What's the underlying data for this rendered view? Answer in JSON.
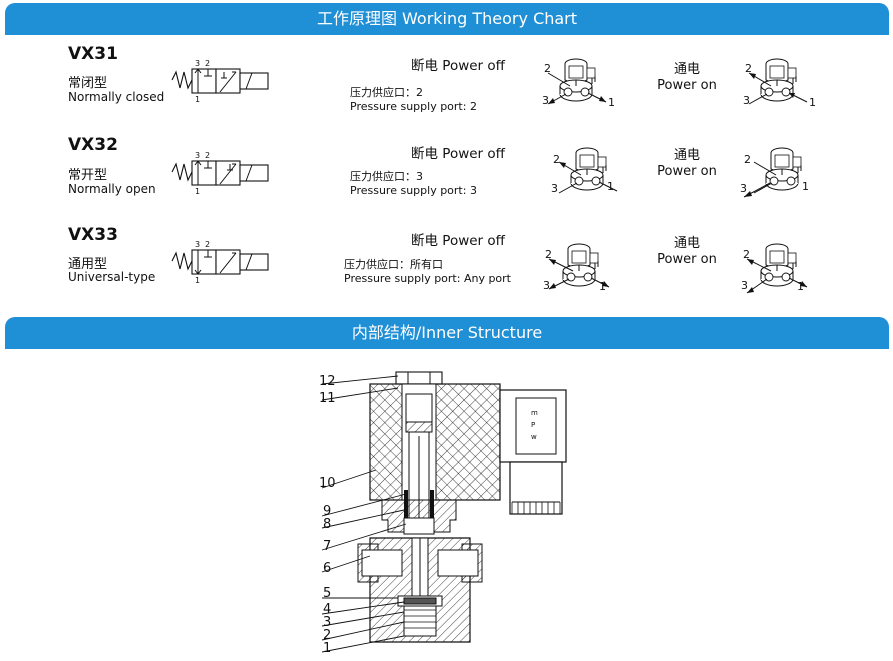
{
  "sections": {
    "working_title": "工作原理图 Working Theory Chart",
    "inner_title": "内部结构/Inner Structure"
  },
  "rows": [
    {
      "model": "VX31",
      "type_cn": "常闭型",
      "type_en": "Normally closed",
      "off_label": "断电 Power off",
      "port_cn": "压力供应口：2",
      "port_en": "Pressure supply port: 2",
      "on_label_cn": "通电",
      "on_label_en": "Power on"
    },
    {
      "model": "VX32",
      "type_cn": "常开型",
      "type_en": "Normally open",
      "off_label": "断电 Power off",
      "port_cn": "压力供应口：3",
      "port_en": "Pressure supply port: 3",
      "on_label_cn": "通电",
      "on_label_en": "Power on"
    },
    {
      "model": "VX33",
      "type_cn": "通用型",
      "type_en": "Universal-type",
      "off_label": "断电 Power off",
      "port_cn": "压力供应口：所有口",
      "port_en": "Pressure supply port: Any  port",
      "on_label_cn": "通电",
      "on_label_en": "Power on"
    }
  ],
  "symbol_ports": [
    "3",
    "2",
    "1"
  ],
  "valve_ports": [
    "2",
    "3",
    "1"
  ],
  "part_numbers": [
    "12",
    "11",
    "10",
    "9",
    "8",
    "7",
    "6",
    "5",
    "4",
    "3",
    "2",
    "1"
  ]
}
